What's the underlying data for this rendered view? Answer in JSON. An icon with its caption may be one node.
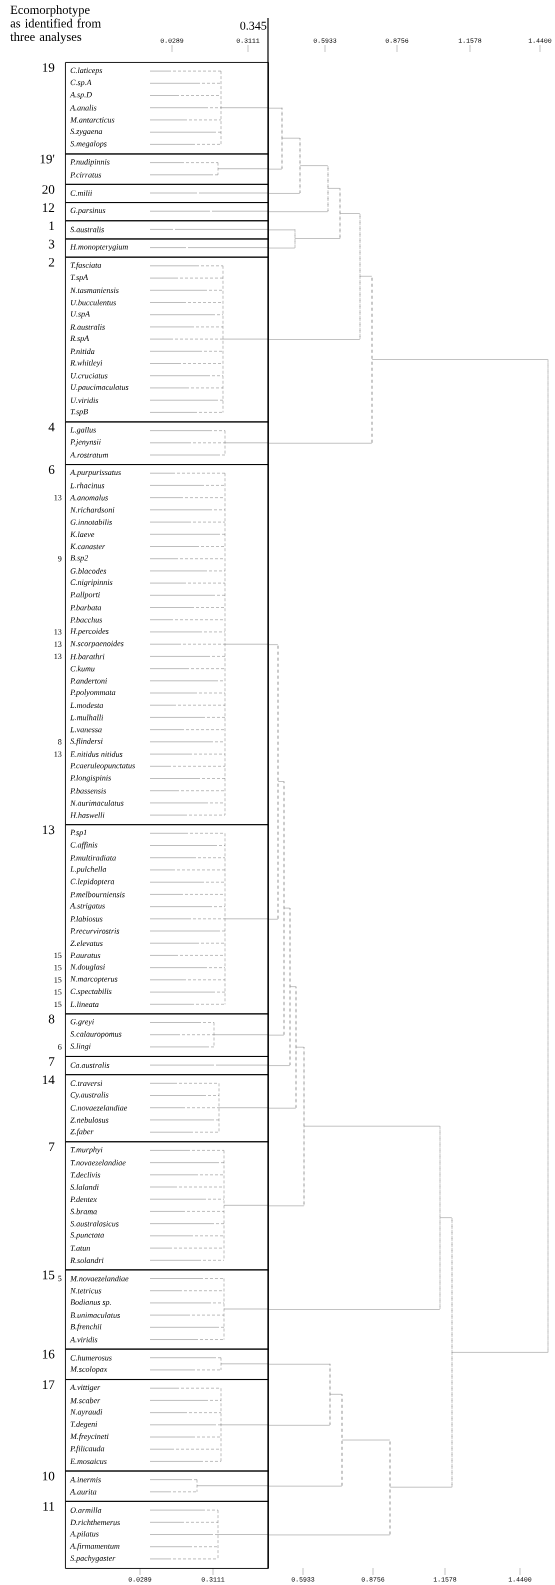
{
  "diagram": {
    "title": "Ecomorphotype as identified from three analyses",
    "nodes": [
      {
        "text": [
          "C.laticeps",
          "C.sp.A",
          "A.sp.D",
          "A.analis",
          "M.antarcticus",
          "S.zygaena",
          "S.megalops"
        ],
        "beside": [
          "19"
        ]
      },
      {
        "text": [
          "P.nudipinnis",
          "P.cirratus"
        ],
        "beside": [
          "19'"
        ]
      },
      {
        "text": [
          "C.milii"
        ],
        "beside": [
          "20"
        ]
      },
      {
        "text": [
          "G.parsinus"
        ],
        "beside": [
          "12"
        ]
      },
      {
        "text": [
          "S.australis"
        ],
        "beside": [
          "1"
        ]
      },
      {
        "text": [
          "H.monopterygium"
        ],
        "beside": [
          "3"
        ]
      },
      {
        "text": [
          "T.fasciata",
          "T.spA",
          "N.tasmaniensis",
          "U.bucculentus",
          "U.spA",
          "R.australis",
          "R.spA",
          "P.nitida",
          "R.whitleyi",
          "U.cruciatus",
          "U.paucimaculatus",
          "U.viridis",
          "T.spB"
        ],
        "beside": [
          "2"
        ]
      },
      {
        "text": [
          "L.gallus",
          "P.jenynsii",
          "A.rostratum"
        ],
        "beside": [
          "4"
        ]
      },
      {
        "text": [
          "A.purpurissatus",
          "L.rhacinus",
          "A.anomalus",
          "N.richardsoni",
          "G.innotabilis",
          "K.laeve",
          "K.canaster",
          "B.sp2",
          "G.blacodes",
          "C.nigripinnis",
          "P.allporti",
          "P.barbata",
          "P.bacchus",
          "H.percoides",
          "N.scorpaenoides",
          "H.barathri",
          "C.kumu",
          "P.andertoni",
          "P.polyommata",
          "L.modesta",
          "L.mulhalli",
          "L.vanessa",
          "S.flindersi",
          "E.nitidus nitidus",
          "P.caeruleopunctatus",
          "P.longispinis",
          "P.bassensis",
          "N.aurimaculatus",
          "H.haswelli"
        ],
        "beside": [
          "6",
          "13",
          "9",
          "13",
          "13",
          "13",
          "8",
          "13"
        ]
      },
      {
        "text": [
          "P.sp1",
          "C.affinis",
          "P.multiradiata",
          "L.pulchella",
          "C.lepidoptera",
          "P.melbourniensis",
          "A.strigatus",
          "P.labiosus",
          "P.recurvirostris",
          "Z.elevatus",
          "P.auratus",
          "N.douglasi",
          "N.marcopterus",
          "C.spectabilis",
          "L.lineata"
        ],
        "beside": [
          "13",
          "15",
          "15",
          "15",
          "15",
          "15"
        ]
      },
      {
        "text": [
          "G.greyi",
          "S.calauropomus",
          "S.lingi"
        ],
        "beside": [
          "8",
          "6"
        ]
      },
      {
        "text": [
          "Ca.australis"
        ],
        "beside": [
          "7"
        ]
      },
      {
        "text": [
          "C.traversi",
          "Cy.australis",
          "C.novaezelandiae",
          "Z.nebulosus",
          "Z.faber"
        ],
        "beside": [
          "14"
        ]
      },
      {
        "text": [
          "T.murphyi",
          "T.novaezelandiae",
          "T.declivis",
          "S.lalandi",
          "P.dentex",
          "S.brama",
          "S.australasicus",
          "S.punctata",
          "T.atun",
          "R.solandri"
        ],
        "beside": [
          "7"
        ]
      },
      {
        "text": [
          "M.novaezelandiae",
          "N.tetricus",
          "Bodianus sp.",
          "B.unimaculatus",
          "B.frenchii",
          "A.viridis"
        ],
        "beside": [
          "15",
          "5"
        ]
      },
      {
        "text": [
          "C.humerosus",
          "M.scolopax"
        ],
        "beside": [
          "16"
        ]
      },
      {
        "text": [
          "A.vittiger",
          "M.scaber",
          "N.ayraudi",
          "T.degeni",
          "M.freycineti",
          "P.filicauda",
          "E.mosaicus"
        ],
        "beside": [
          "17"
        ]
      },
      {
        "text": [
          "A.inermis",
          "A.aurita"
        ],
        "beside": [
          "10"
        ]
      },
      {
        "text": [
          "O.armilla",
          "D.richthemerus",
          "A.pilatus",
          "A.firmamentum",
          "S.pachygaster"
        ],
        "beside": [
          "11"
        ]
      },
      {
        "text": [],
        "shape": "bar"
      },
      {
        "text": [],
        "shape": "bar"
      },
      {
        "text": [],
        "shape": "bar"
      },
      {
        "text": [],
        "shape": "bar"
      },
      {
        "text": [],
        "shape": "bar"
      },
      {
        "text": [],
        "shape": "bar"
      },
      {
        "text": [],
        "shape": "bar"
      },
      {
        "text": [],
        "shape": "bar"
      },
      {
        "text": [],
        "shape": "bar"
      },
      {
        "text": [],
        "shape": "bar"
      },
      {
        "text": [],
        "shape": "bar"
      },
      {
        "text": [],
        "shape": "bar"
      },
      {
        "text": [],
        "shape": "bar"
      },
      {
        "text": [],
        "shape": "bar"
      },
      {
        "text": [],
        "shape": "bar"
      },
      {
        "text": [],
        "shape": "bar"
      },
      {
        "text": [],
        "shape": "bar"
      },
      {
        "text": [],
        "shape": "bar"
      }
    ],
    "edges": [
      {
        "from": 0,
        "to": 19,
        "arrow": "none"
      },
      {
        "from": 1,
        "to": 19,
        "arrow": "none"
      },
      {
        "from": 19,
        "to": 20,
        "arrow": "none"
      },
      {
        "from": 2,
        "to": 20,
        "arrow": "none"
      },
      {
        "from": 20,
        "to": 21,
        "arrow": "none"
      },
      {
        "from": 3,
        "to": 21,
        "arrow": "none"
      },
      {
        "from": 4,
        "to": 22,
        "arrow": "none"
      },
      {
        "from": 5,
        "to": 22,
        "arrow": "none"
      },
      {
        "from": 21,
        "to": 23,
        "arrow": "none"
      },
      {
        "from": 22,
        "to": 23,
        "arrow": "none"
      },
      {
        "from": 23,
        "to": 24,
        "arrow": "none"
      },
      {
        "from": 6,
        "to": 24,
        "arrow": "none"
      },
      {
        "from": 24,
        "to": 25,
        "arrow": "none"
      },
      {
        "from": 7,
        "to": 25,
        "arrow": "none"
      },
      {
        "from": 8,
        "to": 26,
        "arrow": "none"
      },
      {
        "from": 9,
        "to": 26,
        "arrow": "none"
      },
      {
        "from": 26,
        "to": 27,
        "arrow": "none"
      },
      {
        "from": 10,
        "to": 27,
        "arrow": "none"
      },
      {
        "from": 27,
        "to": 28,
        "arrow": "none"
      },
      {
        "from": 11,
        "to": 28,
        "arrow": "none"
      },
      {
        "from": 28,
        "to": 29,
        "arrow": "none"
      },
      {
        "from": 12,
        "to": 29,
        "arrow": "none"
      },
      {
        "from": 29,
        "to": 30,
        "arrow": "none"
      },
      {
        "from": 13,
        "to": 30,
        "arrow": "none"
      },
      {
        "from": 30,
        "to": 31,
        "arrow": "none"
      },
      {
        "from": 14,
        "to": 31,
        "arrow": "none"
      },
      {
        "from": 15,
        "to": 32,
        "arrow": "none"
      },
      {
        "from": 16,
        "to": 32,
        "arrow": "none"
      },
      {
        "from": 32,
        "to": 33,
        "arrow": "none"
      },
      {
        "from": 17,
        "to": 33,
        "arrow": "none"
      },
      {
        "from": 33,
        "to": 34,
        "arrow": "none"
      },
      {
        "from": 18,
        "to": 34,
        "arrow": "none"
      },
      {
        "from": 31,
        "to": 35,
        "arrow": "none"
      },
      {
        "from": 34,
        "to": 35,
        "arrow": "none"
      },
      {
        "from": 25,
        "to": 36,
        "arrow": "none"
      },
      {
        "from": 35,
        "to": 36,
        "arrow": "none"
      }
    ],
    "labels": [
      "0.345",
      "0.0289",
      "0.3111",
      "0.5933",
      "0.8756",
      "1.1578",
      "1.4400",
      "0.0289",
      "0.3111",
      "0.5933",
      "0.8756",
      "1.1578",
      "1.4400"
    ]
  }
}
